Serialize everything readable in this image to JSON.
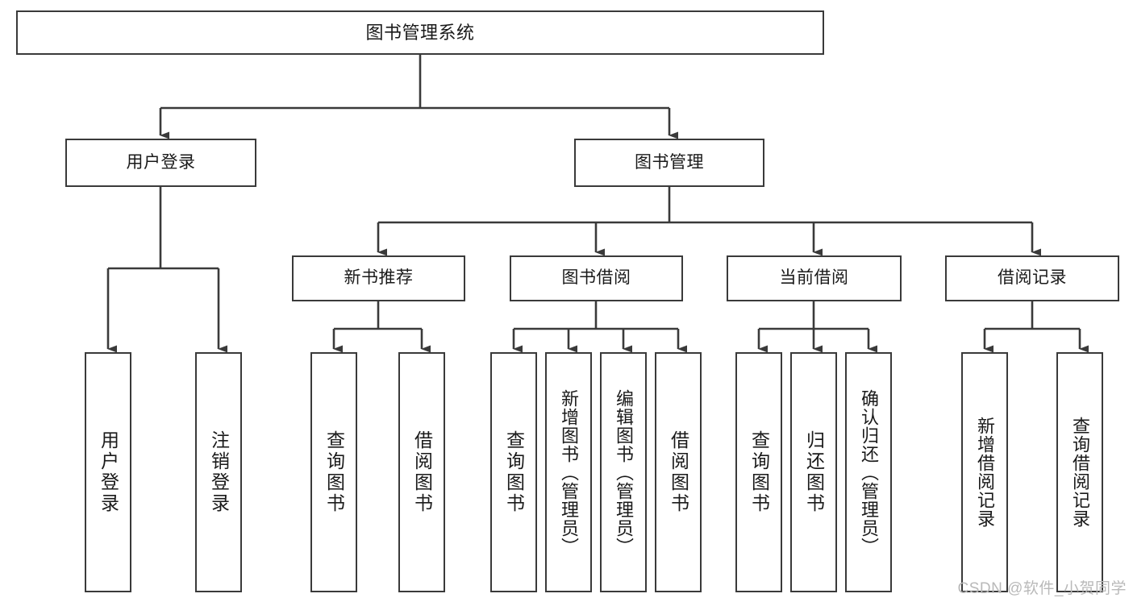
{
  "diagram": {
    "title": "图书管理系统",
    "type": "hierarchy-tree",
    "root": {
      "id": "root",
      "label": "图书管理系统"
    },
    "level2": [
      {
        "id": "user-login",
        "label": "用户登录"
      },
      {
        "id": "book-manage",
        "label": "图书管理"
      }
    ],
    "level3": [
      {
        "id": "new-book-recommend",
        "label": "新书推荐",
        "parent": "book-manage"
      },
      {
        "id": "book-borrow",
        "label": "图书借阅",
        "parent": "book-manage"
      },
      {
        "id": "current-borrow",
        "label": "当前借阅",
        "parent": "book-manage"
      },
      {
        "id": "borrow-record",
        "label": "借阅记录",
        "parent": "book-manage"
      }
    ],
    "leaves": [
      {
        "id": "leaf-user-login",
        "label": "用户登录",
        "parent": "user-login"
      },
      {
        "id": "leaf-logout",
        "label": "注销登录",
        "parent": "user-login"
      },
      {
        "id": "leaf-query-book-1",
        "label": "查询图书",
        "parent": "new-book-recommend"
      },
      {
        "id": "leaf-borrow-book-1",
        "label": "借阅图书",
        "parent": "new-book-recommend"
      },
      {
        "id": "leaf-query-book-2",
        "label": "查询图书",
        "parent": "book-borrow"
      },
      {
        "id": "leaf-add-book",
        "label": "新增图书（管理员）",
        "parent": "book-borrow"
      },
      {
        "id": "leaf-edit-book",
        "label": "编辑图书（管理员）",
        "parent": "book-borrow"
      },
      {
        "id": "leaf-borrow-book-2",
        "label": "借阅图书",
        "parent": "book-borrow"
      },
      {
        "id": "leaf-query-book-3",
        "label": "查询图书",
        "parent": "current-borrow"
      },
      {
        "id": "leaf-return-book",
        "label": "归还图书",
        "parent": "current-borrow"
      },
      {
        "id": "leaf-confirm-return",
        "label": "确认归还（管理员）",
        "parent": "current-borrow"
      },
      {
        "id": "leaf-add-record",
        "label": "新增借阅记录",
        "parent": "borrow-record"
      },
      {
        "id": "leaf-query-record",
        "label": "查询借阅记录",
        "parent": "borrow-record"
      }
    ],
    "colors": {
      "stroke": "#3a3a3a",
      "fill": "#ffffff",
      "text": "#1a1a1a",
      "watermark": "#b9b9b9"
    }
  },
  "watermark": {
    "text": "CSDN @软件_小贺同学"
  }
}
